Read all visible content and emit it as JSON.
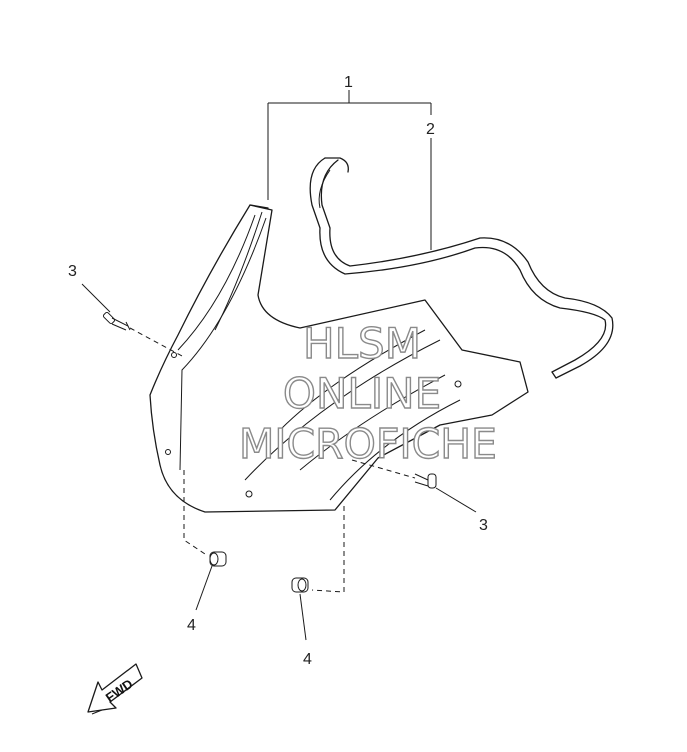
{
  "callouts": [
    {
      "id": "1",
      "label": "1"
    },
    {
      "id": "2",
      "label": "2"
    },
    {
      "id": "3a",
      "label": "3"
    },
    {
      "id": "3b",
      "label": "3"
    },
    {
      "id": "4a",
      "label": "4"
    },
    {
      "id": "4b",
      "label": "4"
    }
  ],
  "watermark": {
    "line1": "HLSM",
    "line2": "ONLINE",
    "line3": "MICROFICHE"
  },
  "direction_badge": {
    "label": "FWD"
  },
  "colors": {
    "line": "#1a1a1a",
    "watermark_outline": "#8a8a8a",
    "background": "#ffffff"
  }
}
